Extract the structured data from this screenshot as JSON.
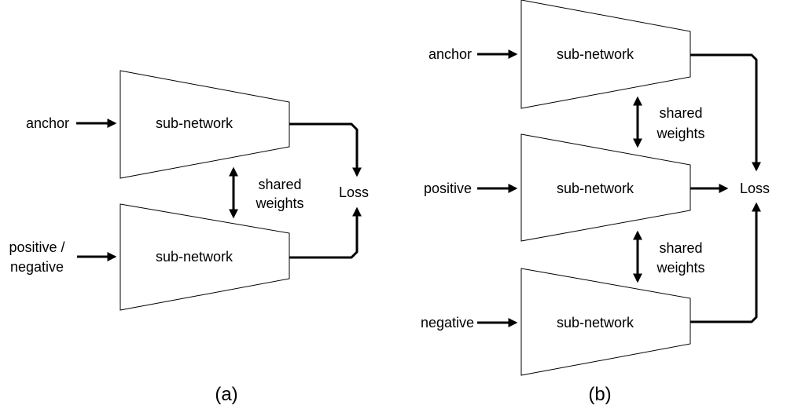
{
  "panel_a": {
    "caption": "(a)",
    "anchor_label": "anchor",
    "subnet_top_label": "sub-network",
    "subnet_bottom_label": "sub-network",
    "pos_neg_label_line1": "positive /",
    "pos_neg_label_line2": "negative",
    "shared_line1": "shared",
    "shared_line2": "weights",
    "loss_label": "Loss"
  },
  "panel_b": {
    "caption": "(b)",
    "anchor_label": "anchor",
    "positive_label": "positive",
    "negative_label": "negative",
    "subnet_1_label": "sub-network",
    "subnet_2_label": "sub-network",
    "subnet_3_label": "sub-network",
    "shared1_line1": "shared",
    "shared1_line2": "weights",
    "shared2_line1": "shared",
    "shared2_line2": "weights",
    "loss_label": "Loss"
  }
}
